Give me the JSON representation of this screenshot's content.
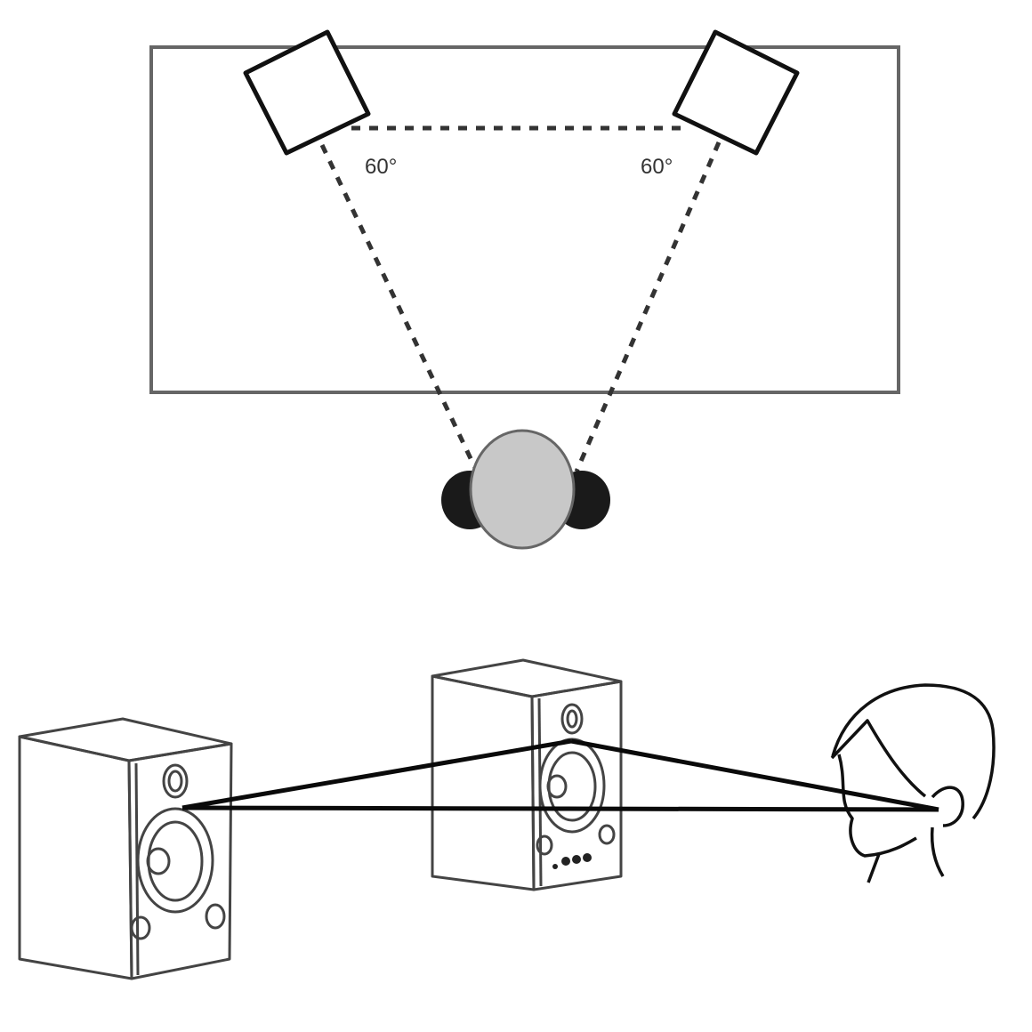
{
  "diagram": {
    "top_view": {
      "angle_left_label": "60°",
      "angle_right_label": "60°",
      "angle_degrees": 60
    },
    "side_view": {}
  },
  "colors": {
    "line": "#111111",
    "outline": "#555555",
    "head_fill": "#c8c8c8",
    "headphone": "#1a1a1a",
    "background": "#ffffff"
  }
}
